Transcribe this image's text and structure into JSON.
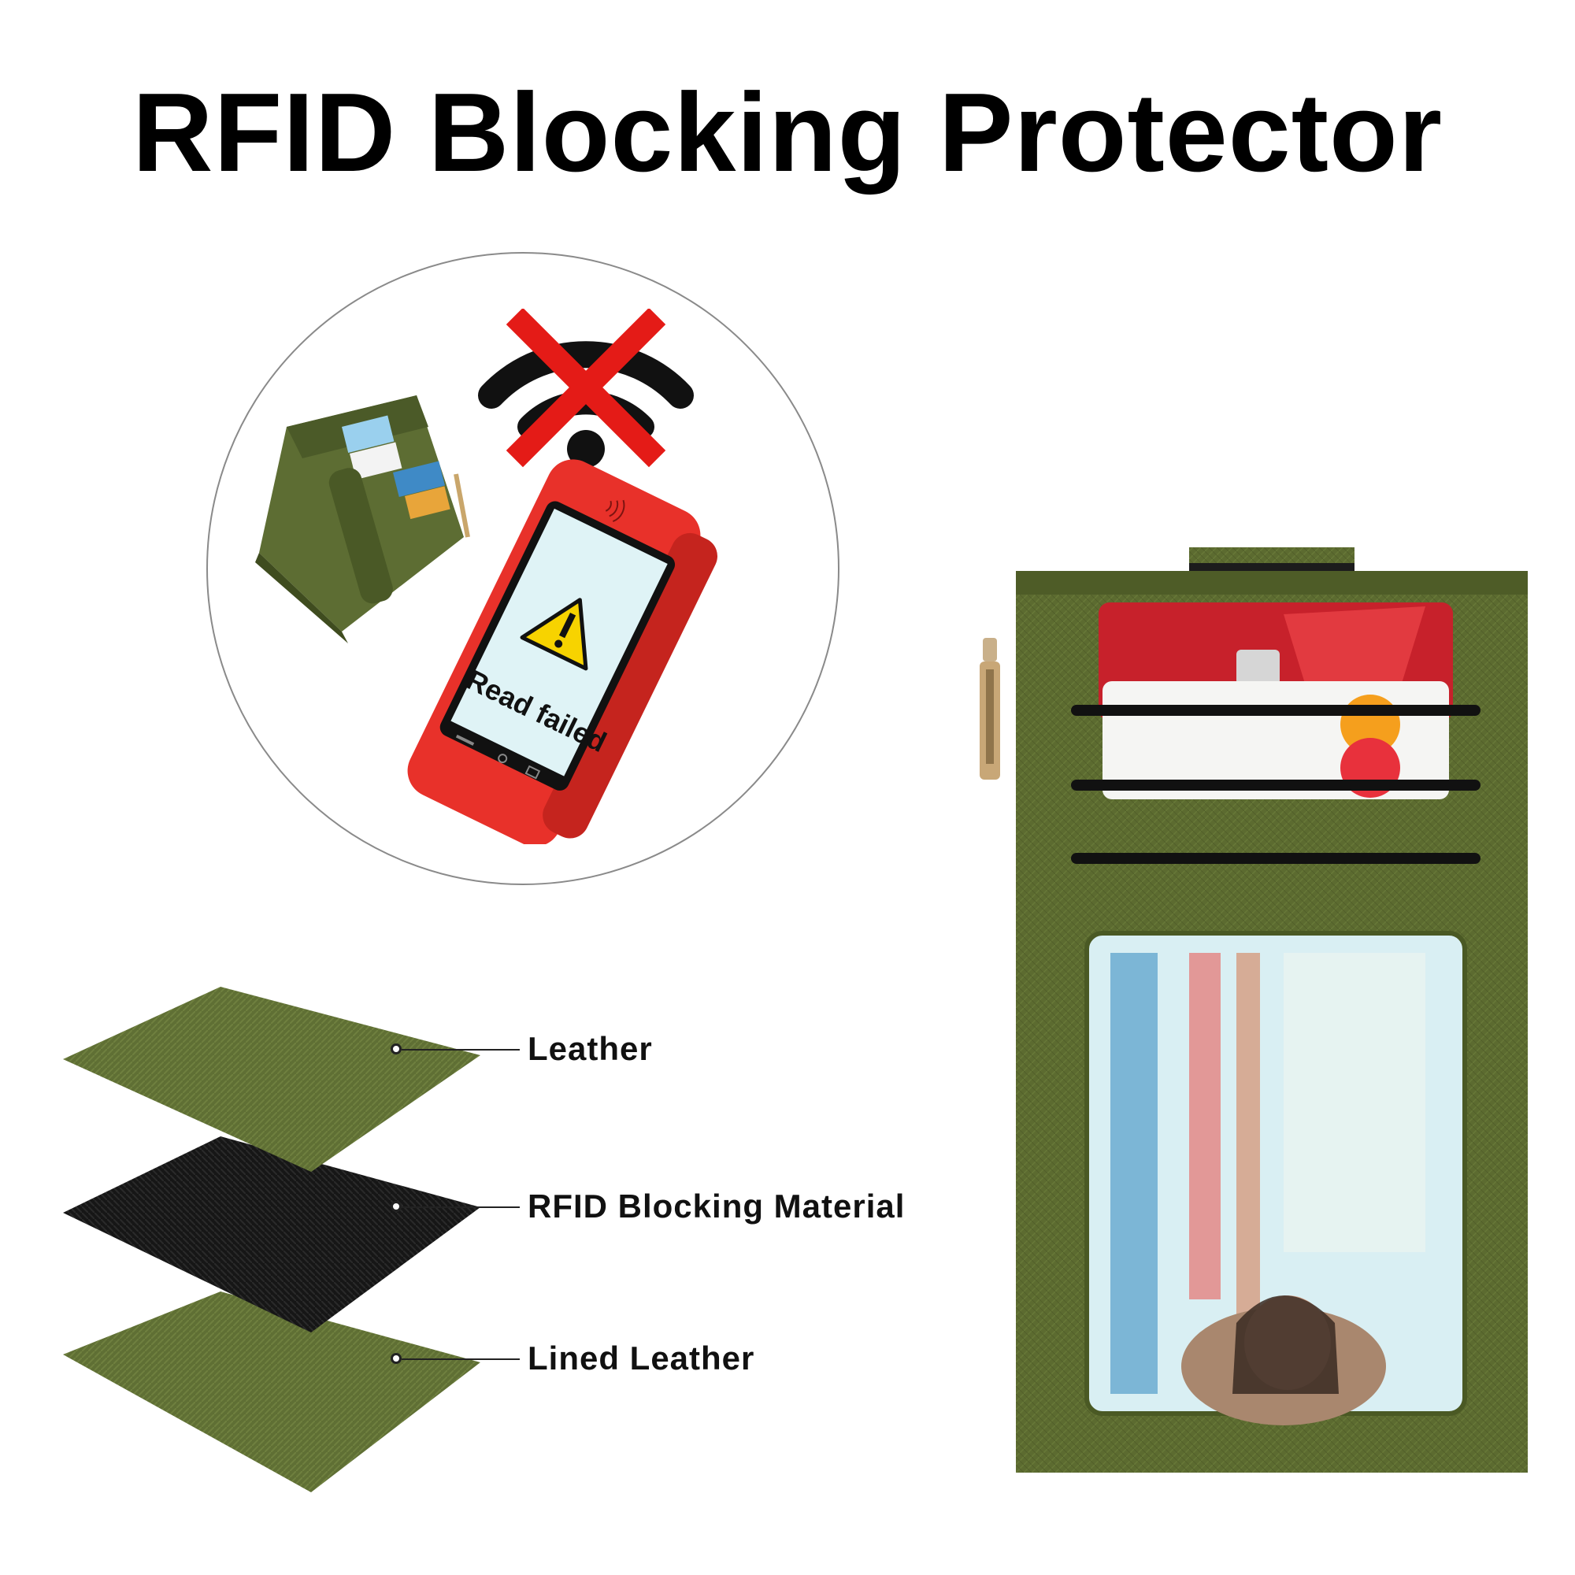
{
  "title": "RFID Blocking Protector",
  "terminal": {
    "screen_message": "Read failed"
  },
  "layers": [
    {
      "label": "Leather"
    },
    {
      "label": "RFID Blocking Material"
    },
    {
      "label": "Lined Leather"
    }
  ],
  "colors": {
    "wallet_green": "#58672f",
    "terminal_red": "#e8312a",
    "blocked_red": "#e41b17",
    "warning_yellow": "#f7d300",
    "blocking_black": "#141414"
  },
  "icons": [
    "wifi-blocked-icon",
    "warning-icon",
    "contactless-icon",
    "zipper-icon"
  ]
}
